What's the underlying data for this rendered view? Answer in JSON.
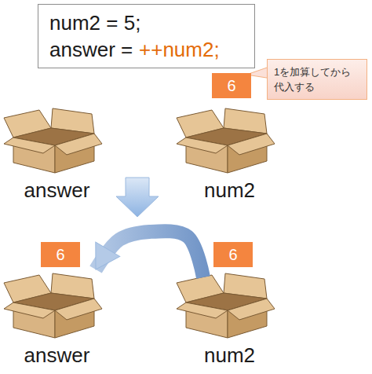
{
  "diagram": {
    "nodes": [
      {
        "text": [
          "num2 = 5;",
          "answer =",
          "++num2;"
        ]
      },
      {
        "text": [
          "1を加算してから 代入する"
        ]
      },
      {
        "text": [
          "6"
        ]
      },
      {
        "text": [
          "answer"
        ]
      },
      {
        "text": [
          "num2"
        ]
      },
      {
        "text": [
          "6"
        ]
      },
      {
        "text": [
          "6"
        ]
      },
      {
        "text": [
          "answer"
        ]
      },
      {
        "text": [
          "num2"
        ]
      }
    ],
    "edges": [
      {
        "from": 8,
        "to": 7,
        "arrow": "to"
      }
    ]
  }
}
